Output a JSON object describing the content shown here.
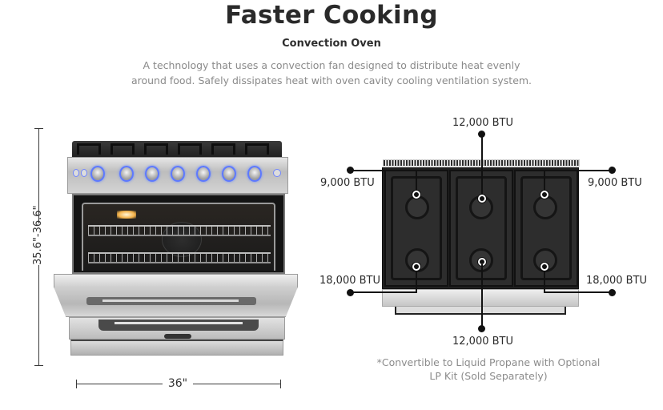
{
  "header": {
    "title": "Faster Cooking",
    "subtitle": "Convection Oven",
    "description_line1": "A technology that uses a convection fan designed to distribute heat evenly",
    "description_line2": "around food. Safely dissipates heat with oven cavity cooling ventilation system."
  },
  "range_front": {
    "height_dimension": "35.6\"-36.6\"",
    "width_dimension": "36\"",
    "knob_count": 7,
    "knob_ring_color": "#5d79ff"
  },
  "cooktop": {
    "burners": [
      {
        "position": "rear-left",
        "label": "9,000 BTU"
      },
      {
        "position": "rear-center",
        "label": "12,000 BTU"
      },
      {
        "position": "rear-right",
        "label": "9,000 BTU"
      },
      {
        "position": "front-left",
        "label": "18,000 BTU"
      },
      {
        "position": "front-center",
        "label": "12,000 BTU"
      },
      {
        "position": "front-right",
        "label": "18,000 BTU"
      }
    ],
    "footnote_line1": "*Convertible to Liquid Propane with Optional",
    "footnote_line2": "LP Kit (Sold Separately)"
  }
}
